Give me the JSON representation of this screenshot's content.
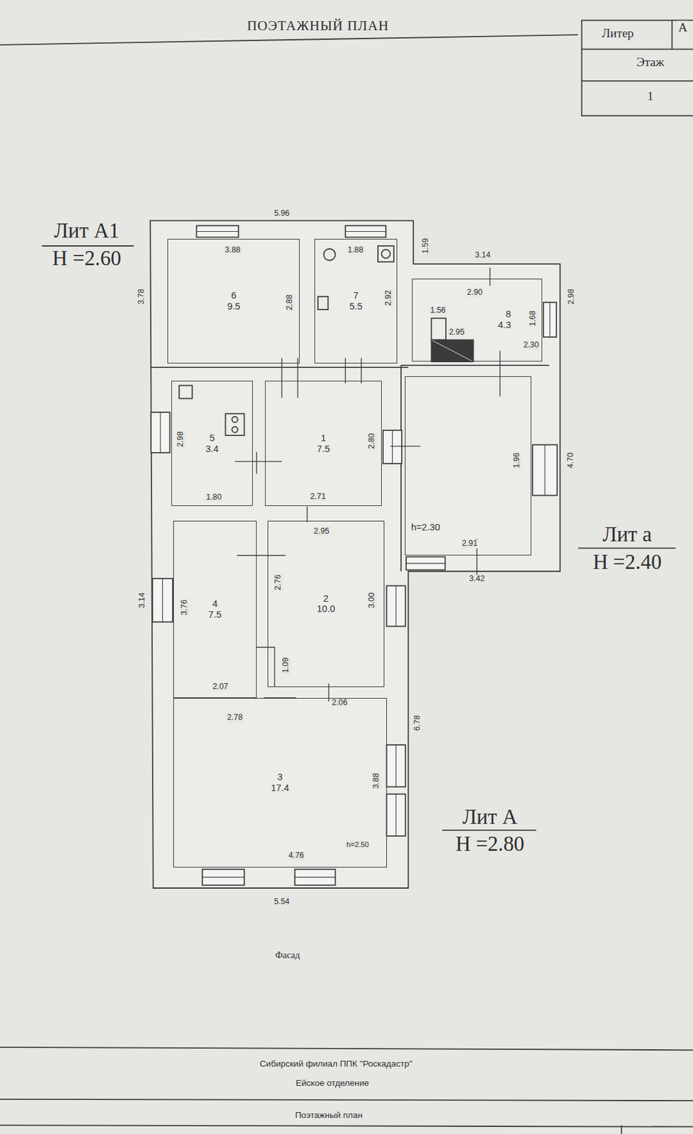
{
  "diagram": {
    "title": "ПОЭТАЖНЫЙ ПЛАН",
    "nodes": [
      {
        "text": [
          "6",
          "9.5"
        ]
      },
      {
        "text": [
          "7",
          "5.5"
        ]
      },
      {
        "text": [
          "8",
          "4.3"
        ]
      },
      {
        "text": [
          "h=2.30"
        ]
      },
      {
        "text": [
          "5",
          "3.4"
        ]
      },
      {
        "text": [
          "1",
          "7.5"
        ]
      },
      {
        "text": [
          "4",
          "7.5"
        ]
      },
      {
        "text": [
          "2",
          "10.0"
        ]
      },
      {
        "text": [
          "3",
          "17.4"
        ]
      }
    ],
    "labels": [
      "Литер",
      "А",
      "Этаж",
      "1",
      "Лит А1",
      "Н =2.60",
      "Лит а",
      "Н =2.40",
      "Лит А",
      "Н =2.80",
      "5.96",
      "3.88",
      "1.88",
      "1.59",
      "3.78",
      "2.88",
      "2.92",
      "3.14",
      "2.90",
      "2.98",
      "1.68",
      "1.56",
      "2.95",
      "2.30",
      "2.98",
      "1.80",
      "2.80",
      "2.71",
      "1.96",
      "4.70",
      "2.91",
      "3.42",
      "2.95",
      "3.14",
      "3.76",
      "2.07",
      "2.76",
      "3.00",
      "1.09",
      "2.06",
      "2.78",
      "6.78",
      "3.88",
      "h=2.50",
      "4.76",
      "5.54",
      "Фасад",
      "Сибирский филиал ППК \"Роскадастр\"",
      "Ейское отделение",
      "Поэтажный план"
    ]
  }
}
